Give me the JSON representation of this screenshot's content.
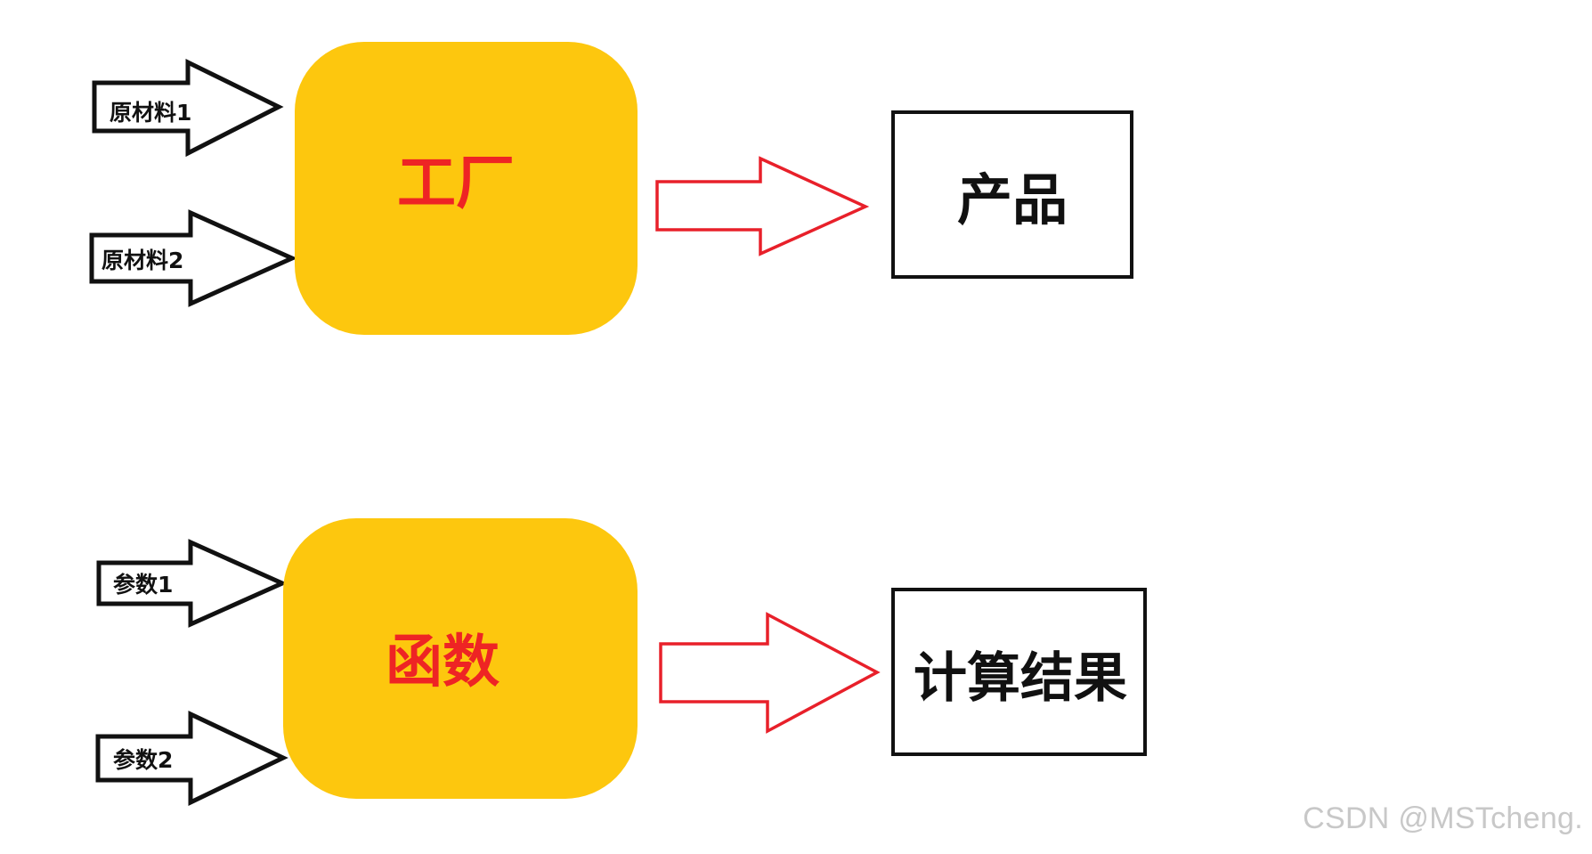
{
  "colors": {
    "box_fill": "#fdc70e",
    "title_text": "#ee2424",
    "forward_arrow": "#e8202a",
    "outline": "#111111",
    "watermark": "#c8c8c8"
  },
  "top_row": {
    "input1": "原材料1",
    "input2": "原材料2",
    "process": "工厂",
    "output": "产品"
  },
  "bottom_row": {
    "input1": "参数1",
    "input2": "参数2",
    "process": "函数",
    "output": "计算结果"
  },
  "watermark": "CSDN @MSTcheng."
}
